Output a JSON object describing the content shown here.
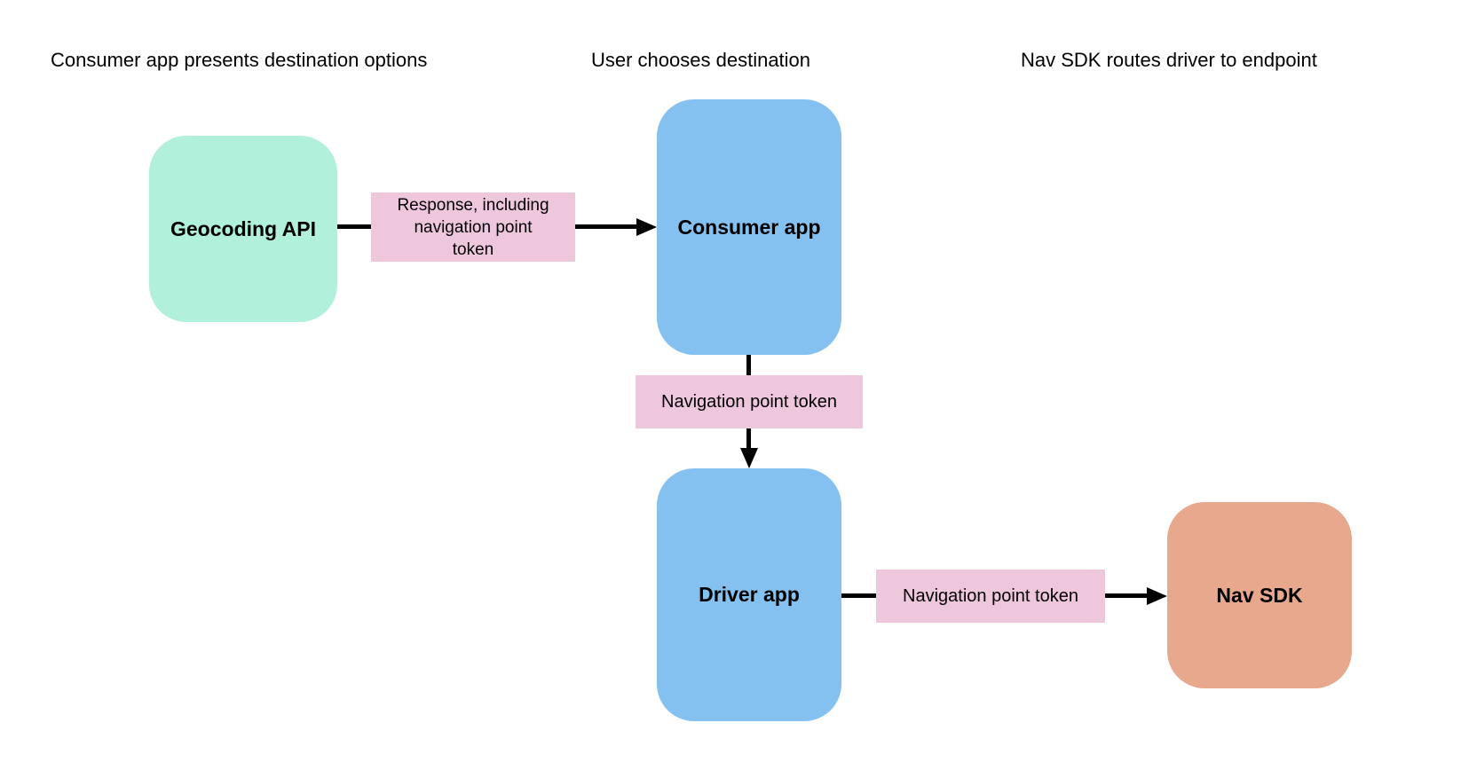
{
  "diagram": {
    "headers": [
      {
        "label": "Consumer app presents destination options"
      },
      {
        "label": "User chooses destination"
      },
      {
        "label": "Nav SDK routes driver to endpoint"
      }
    ],
    "nodes": [
      {
        "id": "geocoding-api",
        "label": "Geocoding API",
        "color": "#b1f0da"
      },
      {
        "id": "consumer-app",
        "label": "Consumer app",
        "color": "#85c1f0"
      },
      {
        "id": "driver-app",
        "label": "Driver app",
        "color": "#85c1f0"
      },
      {
        "id": "nav-sdk",
        "label": "Nav SDK",
        "color": "#e7a88e"
      }
    ],
    "edges": [
      {
        "from": "geocoding-api",
        "to": "consumer-app",
        "label": "Response, including navigation point token"
      },
      {
        "from": "consumer-app",
        "to": "driver-app",
        "label": "Navigation point token"
      },
      {
        "from": "driver-app",
        "to": "nav-sdk",
        "label": "Navigation point token"
      }
    ],
    "colors": {
      "background": "#ffffff",
      "text": "#000000",
      "arrow": "#000000",
      "edge_label_bg": "#eec7dd"
    }
  }
}
